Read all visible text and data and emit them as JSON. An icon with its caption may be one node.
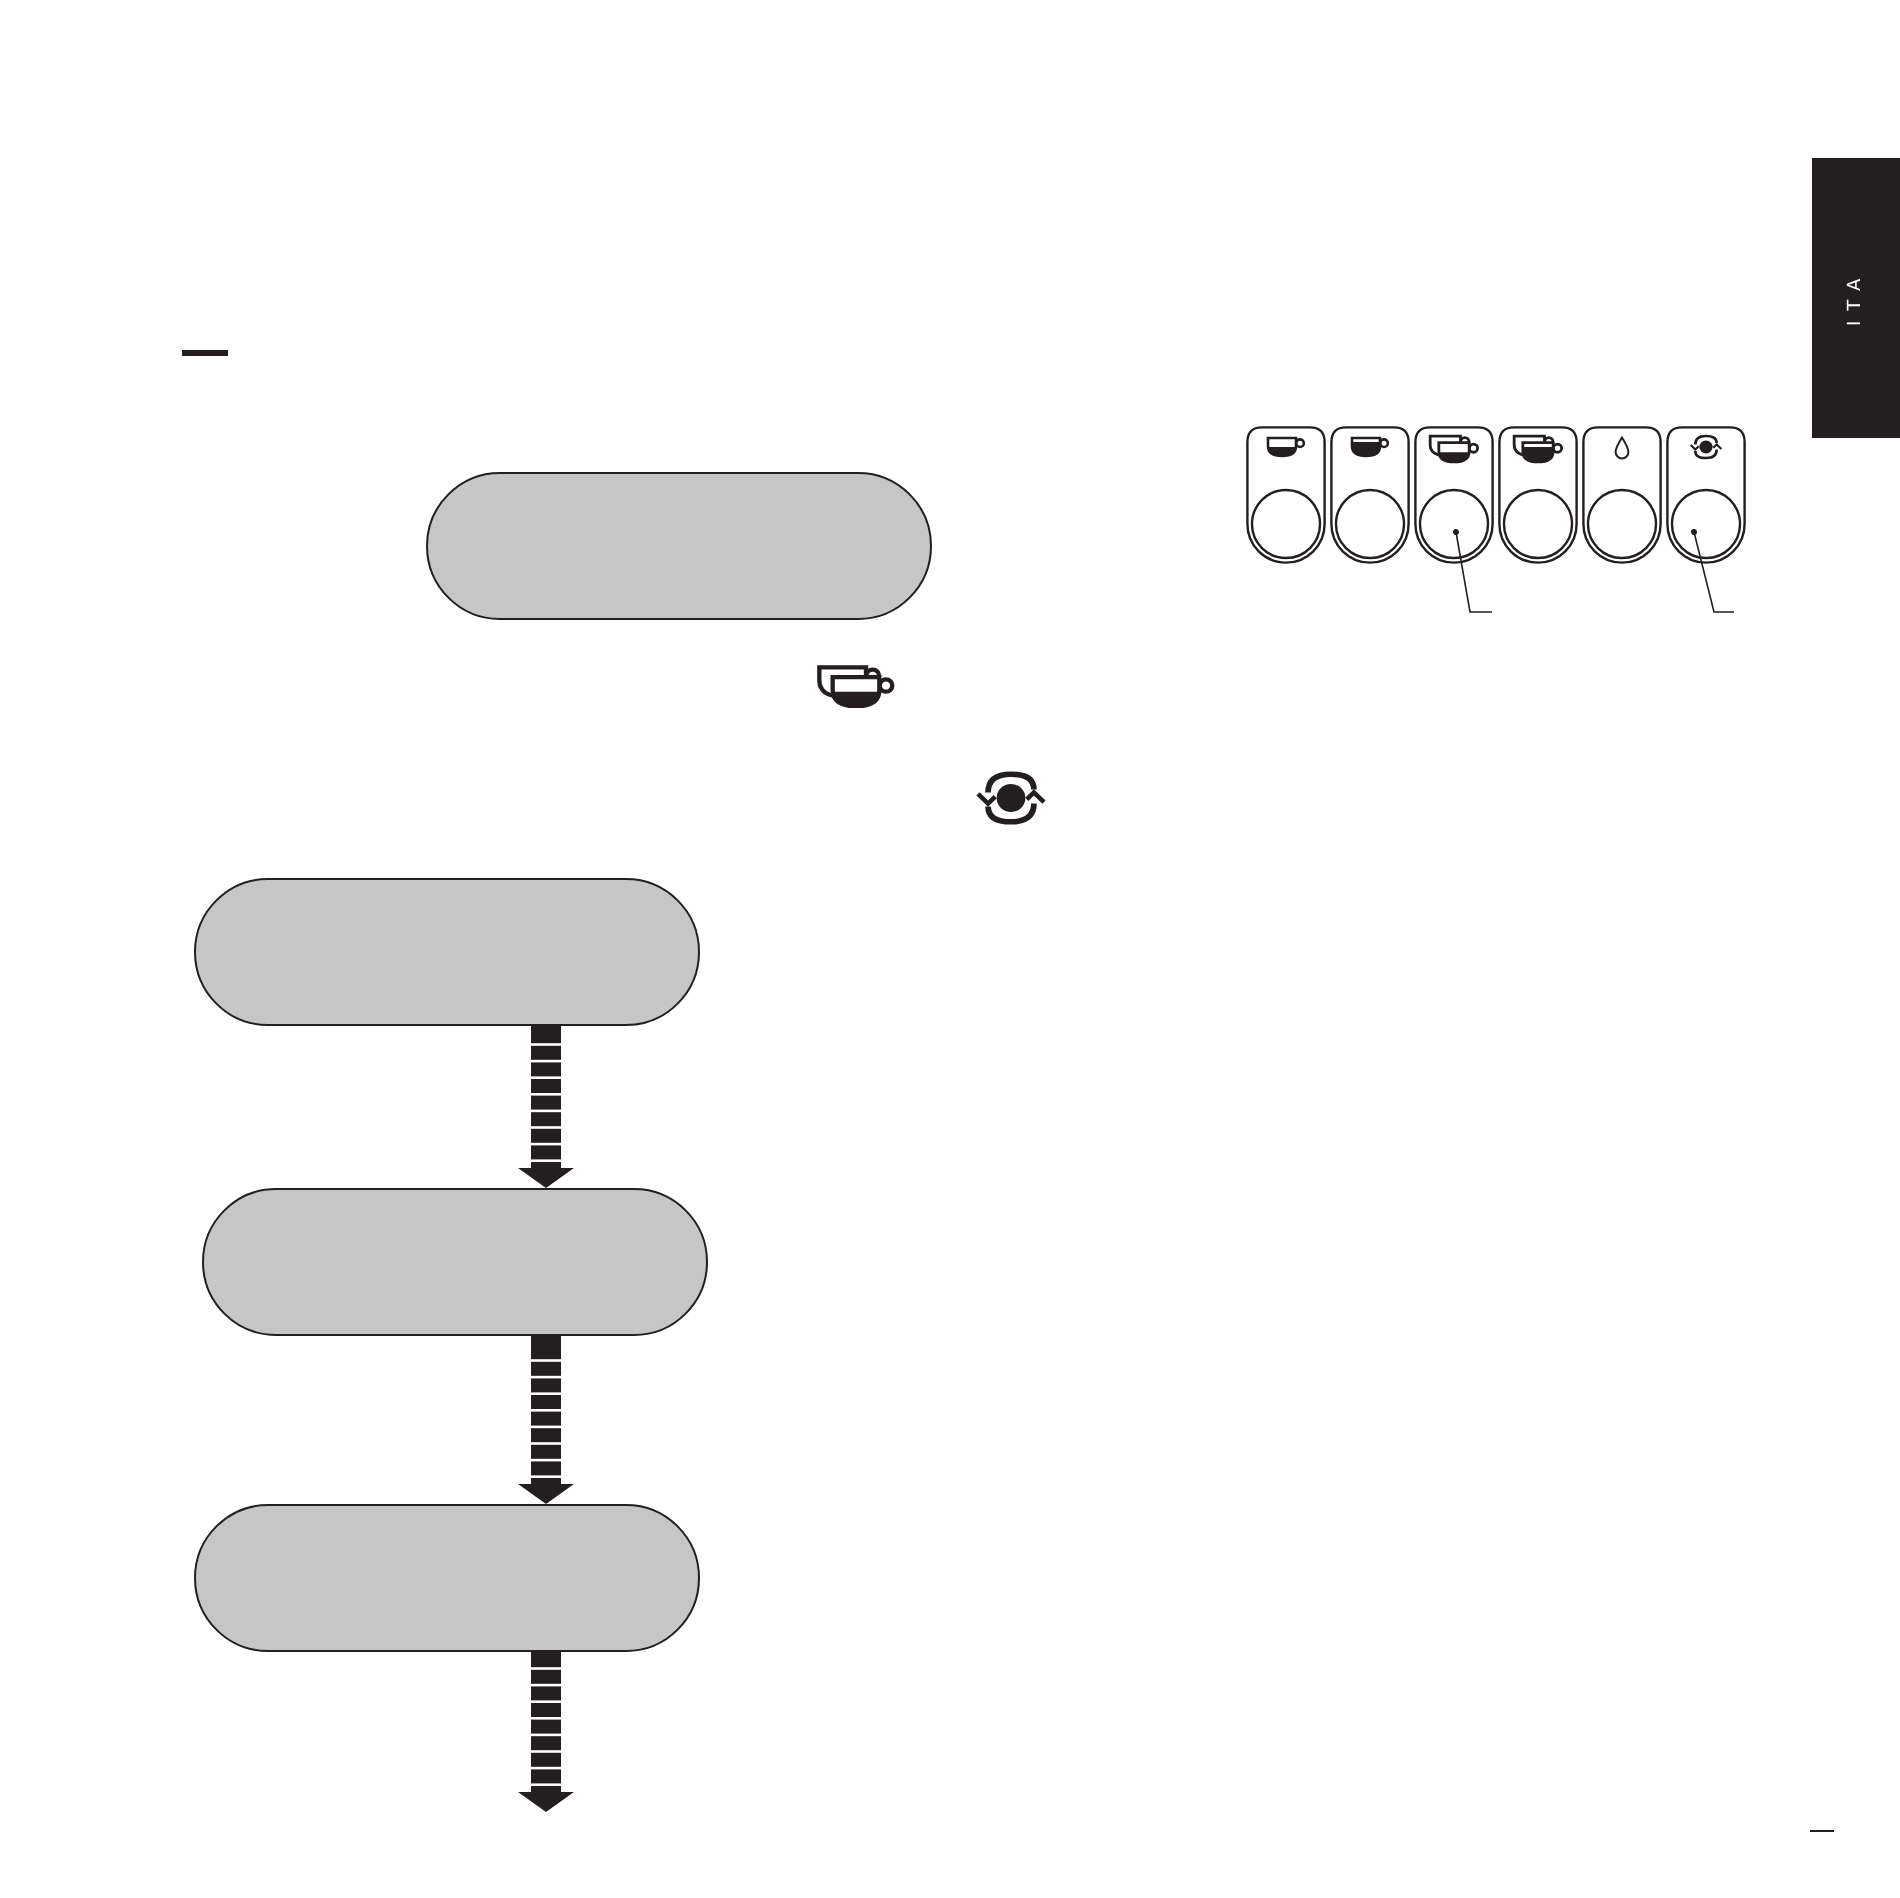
{
  "diagram": {
    "nodes": [
      {
        "text": [],
        "shape": "box"
      },
      {
        "text": [],
        "shape": "button"
      },
      {
        "text": [],
        "shape": "button"
      },
      {
        "text": [],
        "shape": "button"
      },
      {
        "text": [],
        "shape": "button"
      },
      {
        "text": [],
        "shape": "button"
      },
      {
        "text": [],
        "shape": "button"
      },
      {
        "text": [],
        "shape": "box"
      },
      {
        "text": [],
        "shape": "box"
      },
      {
        "text": [],
        "shape": "box"
      }
    ],
    "edges": [
      {
        "from": 7,
        "to": 8,
        "arrow": "to"
      },
      {
        "from": 8,
        "to": 9,
        "arrow": "to"
      },
      {
        "from": 9,
        "to": null,
        "arrow": "to"
      },
      {
        "from": null,
        "to": 3,
        "arrow": "other"
      },
      {
        "from": null,
        "to": 6,
        "arrow": "other"
      }
    ],
    "labels": [
      "ITA"
    ]
  }
}
